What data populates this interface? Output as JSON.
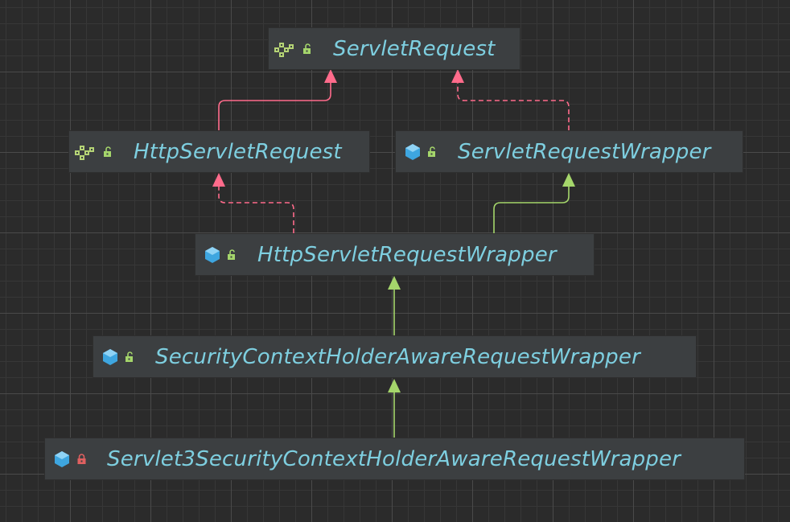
{
  "diagram": {
    "nodes": [
      {
        "id": "servlet-request",
        "label": "ServletRequest",
        "kind": "interface",
        "visibility": "public"
      },
      {
        "id": "http-servlet-request",
        "label": "HttpServletRequest",
        "kind": "interface",
        "visibility": "public"
      },
      {
        "id": "servlet-request-wrapper",
        "label": "ServletRequestWrapper",
        "kind": "class",
        "visibility": "public"
      },
      {
        "id": "http-servlet-request-wrapper",
        "label": "HttpServletRequestWrapper",
        "kind": "class",
        "visibility": "public"
      },
      {
        "id": "security-context-holder-aware-request-wrapper",
        "label": "SecurityContextHolderAwareRequestWrapper",
        "kind": "class",
        "visibility": "public"
      },
      {
        "id": "servlet3-security-context-holder-aware-request-wrapper",
        "label": "Servlet3SecurityContextHolderAwareRequestWrapper",
        "kind": "class",
        "visibility": "private"
      }
    ],
    "edges": [
      {
        "from": "http-servlet-request",
        "to": "servlet-request",
        "relation": "extends"
      },
      {
        "from": "servlet-request-wrapper",
        "to": "servlet-request",
        "relation": "implements"
      },
      {
        "from": "http-servlet-request-wrapper",
        "to": "http-servlet-request",
        "relation": "implements"
      },
      {
        "from": "http-servlet-request-wrapper",
        "to": "servlet-request-wrapper",
        "relation": "extends"
      },
      {
        "from": "security-context-holder-aware-request-wrapper",
        "to": "http-servlet-request-wrapper",
        "relation": "extends"
      },
      {
        "from": "servlet3-security-context-holder-aware-request-wrapper",
        "to": "security-context-holder-aware-request-wrapper",
        "relation": "extends"
      }
    ],
    "colors": {
      "interface_inheritance": "#ff6b8b",
      "class_inheritance": "#a5d66b",
      "class_icon": "#3ea6e0",
      "interface_icon": "#b5d475",
      "public_lock": "#a5d66b",
      "private_lock": "#e06060",
      "label": "#7ecfe0"
    }
  }
}
